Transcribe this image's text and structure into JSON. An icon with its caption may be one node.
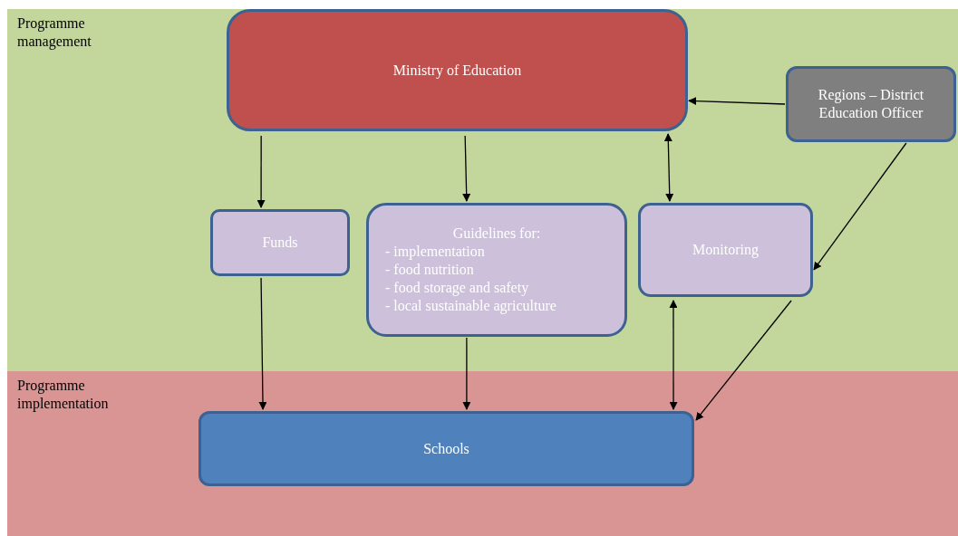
{
  "diagram": {
    "nodes": [
      {
        "text": [
          "Programme management"
        ]
      },
      {
        "text": [
          "Programme implementation"
        ]
      },
      {
        "text": [
          "Ministry of Education"
        ],
        "in": 0
      },
      {
        "text": [
          "Regions – District Education Officer"
        ],
        "in": 0
      },
      {
        "text": [
          "Funds"
        ],
        "in": 0
      },
      {
        "text": [
          "Guidelines for:",
          "- implementation",
          "- food nutrition",
          "- food storage and safety",
          "- local sustainable agriculture"
        ],
        "in": 0
      },
      {
        "text": [
          "Monitoring"
        ],
        "in": 0
      },
      {
        "text": [
          "Schools"
        ],
        "in": 1
      }
    ],
    "edges": [
      {
        "from": 2,
        "to": 4,
        "arrow": "to"
      },
      {
        "from": 2,
        "to": 5,
        "arrow": "to"
      },
      {
        "from": 3,
        "to": 2,
        "arrow": "to"
      },
      {
        "from": 6,
        "to": 2,
        "arrow": "both"
      },
      {
        "from": 3,
        "to": 6,
        "arrow": "to"
      },
      {
        "from": 4,
        "to": 7,
        "arrow": "to"
      },
      {
        "from": 5,
        "to": 7,
        "arrow": "to"
      },
      {
        "from": 7,
        "to": 6,
        "arrow": "both"
      },
      {
        "from": 6,
        "to": 7,
        "arrow": "to"
      }
    ]
  }
}
